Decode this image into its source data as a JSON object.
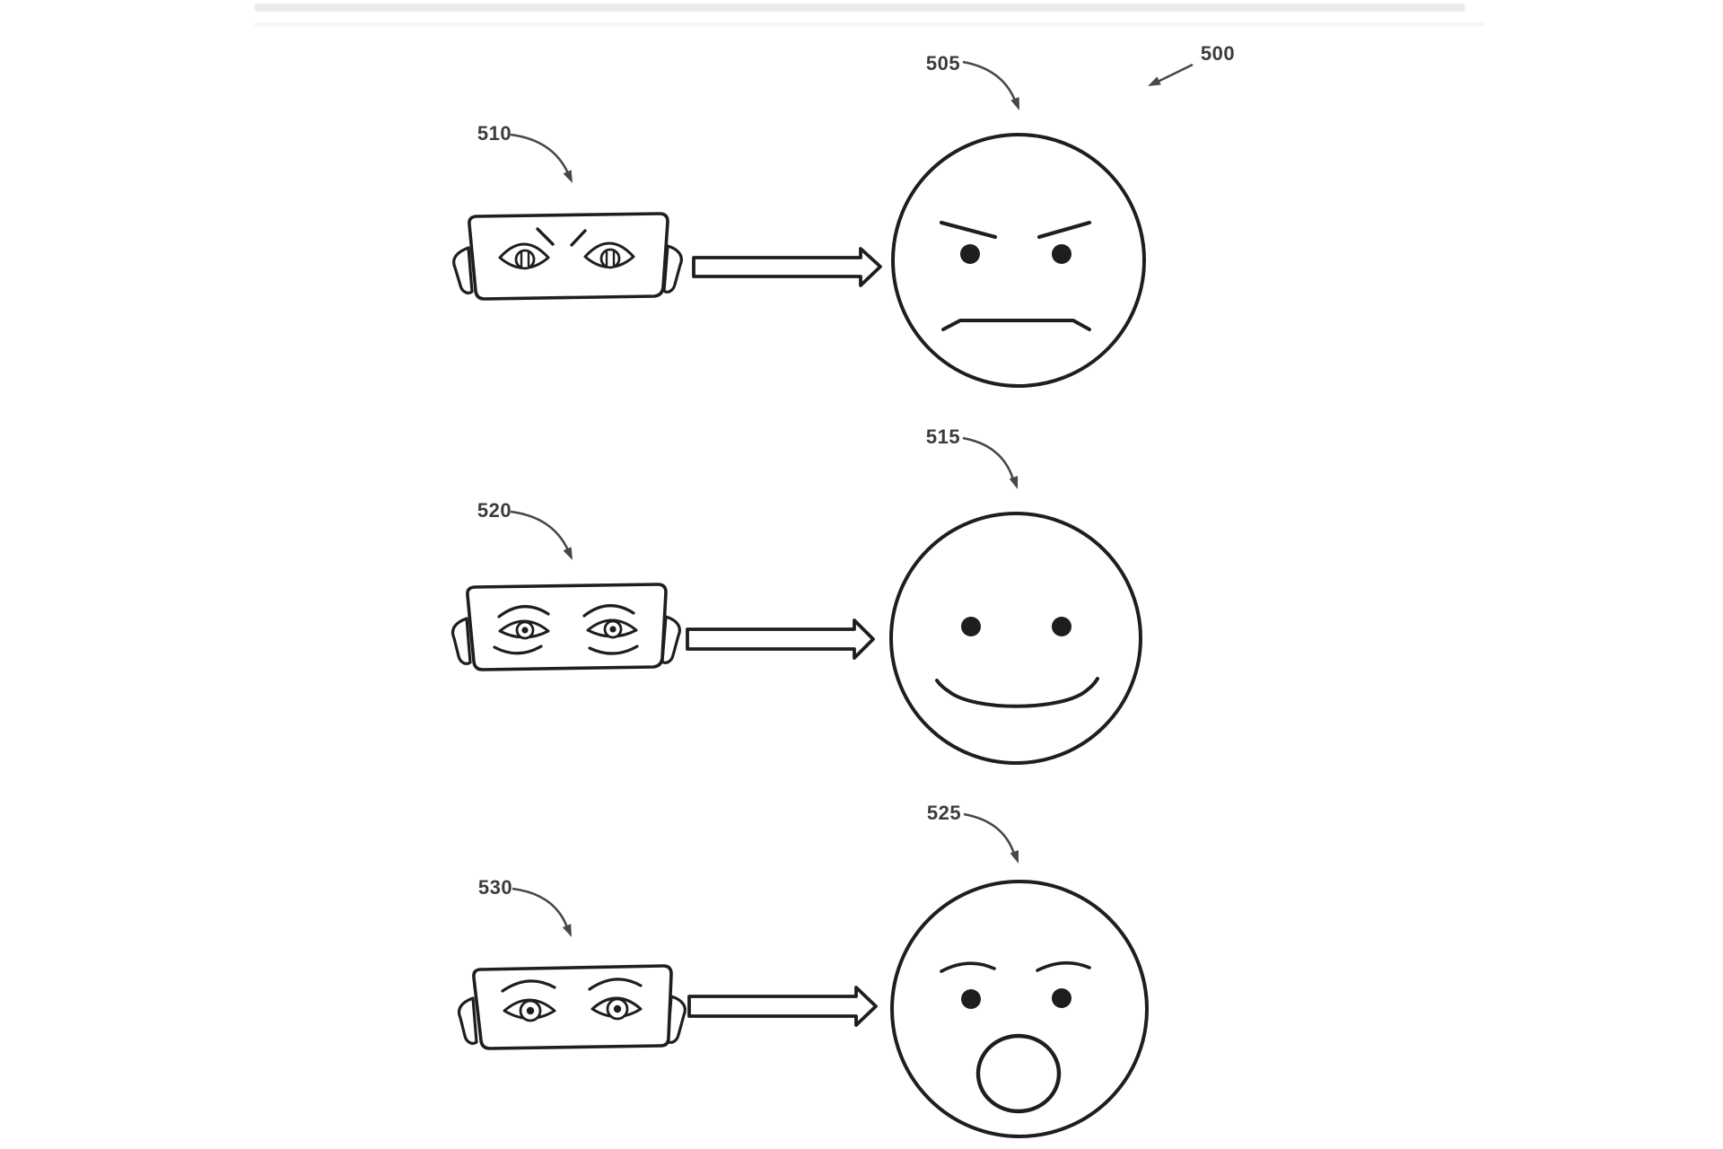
{
  "figure": {
    "figure_ref_label": "500",
    "description": "Patent figure: headset eye-tracking views mapped to avatar facial expressions",
    "rows": [
      {
        "device_label": "510",
        "face_label": "505",
        "device_expression": "furrowed-angry-eyes",
        "face_expression": "angry"
      },
      {
        "device_label": "520",
        "face_label": "515",
        "device_expression": "relaxed-neutral-eyes",
        "face_expression": "smiling"
      },
      {
        "device_label": "530",
        "face_label": "525",
        "device_expression": "wide-raised-brow-eyes",
        "face_expression": "surprised"
      }
    ],
    "colors": {
      "art_line": "#1e1e1e",
      "leader_line": "#474747",
      "label_text": "#3c3c3c",
      "divider": "#ececec",
      "background": "#ffffff"
    }
  }
}
